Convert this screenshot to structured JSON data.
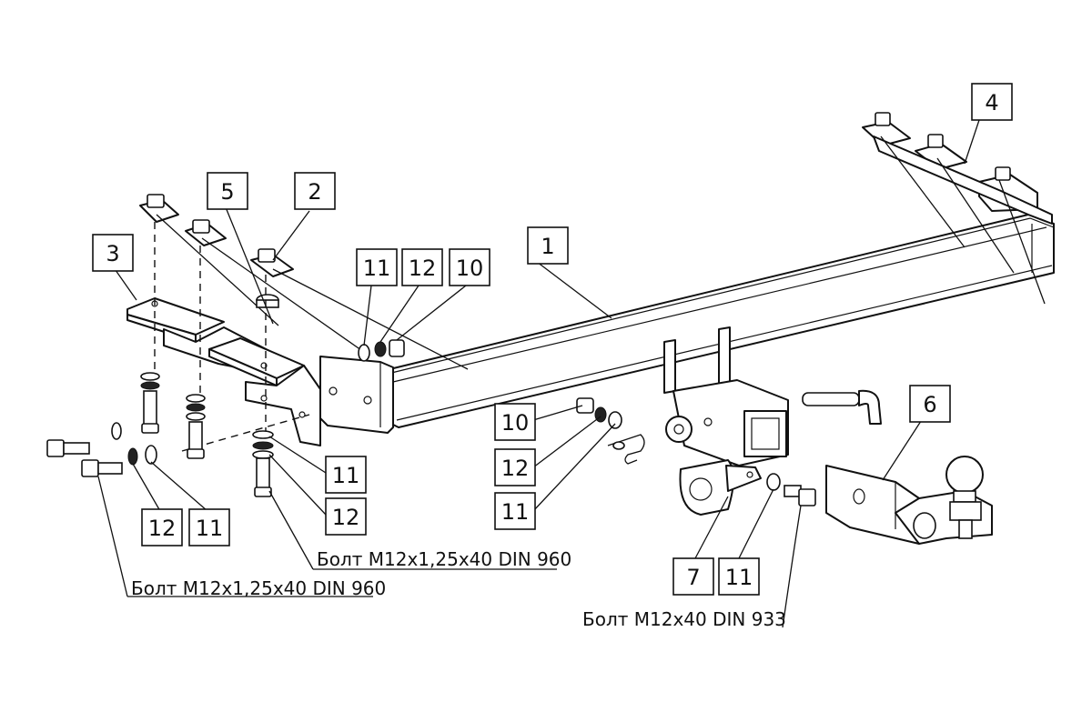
{
  "callouts": [
    {
      "number": "1"
    },
    {
      "number": "2"
    },
    {
      "number": "3"
    },
    {
      "number": "4"
    },
    {
      "number": "5"
    },
    {
      "number": "6"
    },
    {
      "number": "7"
    },
    {
      "number": "10"
    },
    {
      "number": "10"
    },
    {
      "number": "11"
    },
    {
      "number": "11"
    },
    {
      "number": "11"
    },
    {
      "number": "11"
    },
    {
      "number": "11"
    },
    {
      "number": "12"
    },
    {
      "number": "12"
    },
    {
      "number": "12"
    },
    {
      "number": "12"
    }
  ],
  "captions": [
    {
      "text": "Болт M12x1,25x40 DIN 960"
    },
    {
      "text": "Болт M12x1,25x40 DIN 960"
    },
    {
      "text": "Болт M12x40 DIN 933"
    }
  ]
}
